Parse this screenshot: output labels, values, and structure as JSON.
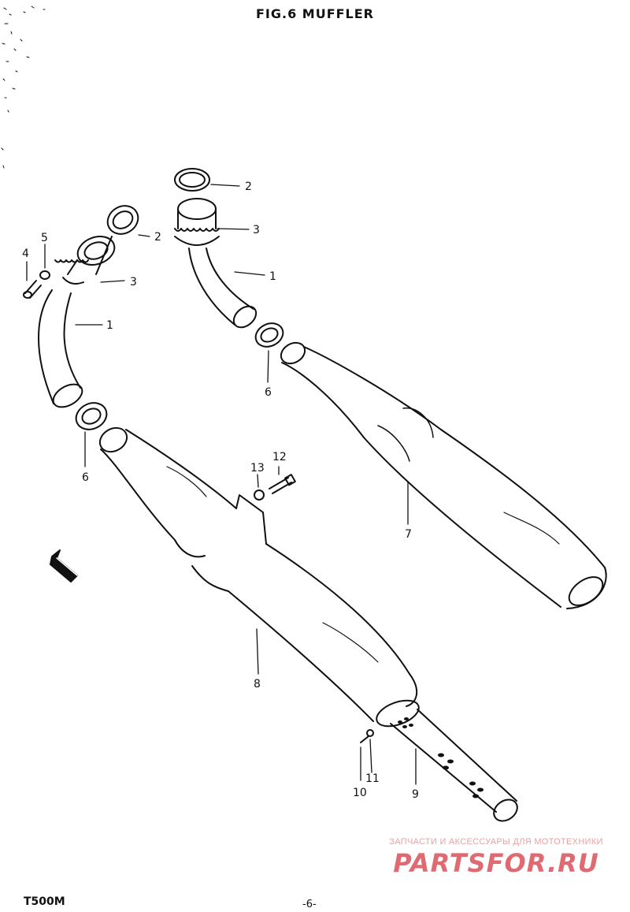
{
  "title": "FIG.6 MUFFLER",
  "model": "T500M",
  "page_number": "-6-",
  "watermark": {
    "tagline": "ЗАПЧАСТИ И АКСЕССУАРЫ ДЛЯ МОТОТЕХНИКИ",
    "logo": "PARTSFOR.RU"
  },
  "callouts": {
    "n1a": "1",
    "n1b": "1",
    "n2a": "2",
    "n2b": "2",
    "n3a": "3",
    "n3b": "3",
    "n4": "4",
    "n5": "5",
    "n6a": "6",
    "n6b": "6",
    "n7": "7",
    "n8": "8",
    "n9": "9",
    "n10": "10",
    "n11": "11",
    "n12": "12",
    "n13": "13"
  },
  "icons": {
    "front_arrow": "front-direction-arrow-icon"
  },
  "colors": {
    "ink": "#111111",
    "watermark_text": "#e7a2a6",
    "watermark_logo": "#e06a72"
  }
}
